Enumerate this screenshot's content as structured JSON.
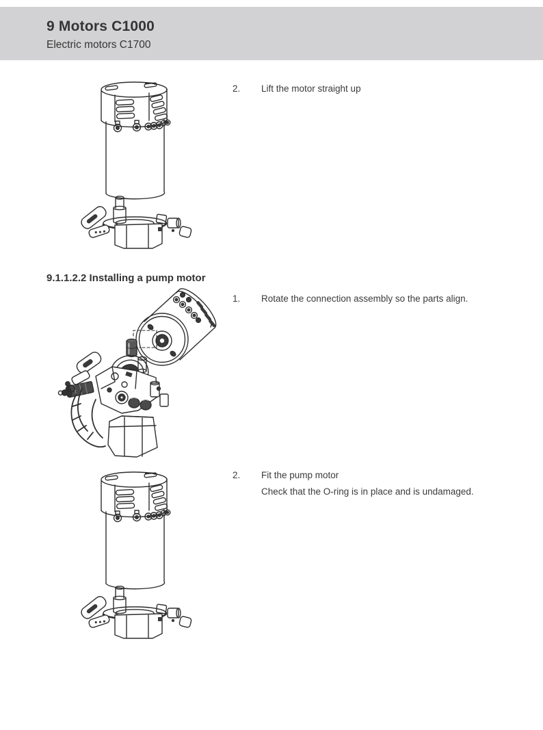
{
  "header": {
    "title": "9 Motors C1000",
    "subtitle": "Electric motors C1700",
    "background": "#d2d2d4"
  },
  "section_heading": "9.1.1.2.2 Installing a pump motor",
  "steps": {
    "lift": {
      "number": "2.",
      "text": "Lift the motor straight up"
    },
    "rotate": {
      "number": "1.",
      "text": "Rotate the connection assembly so the parts align."
    },
    "fit": {
      "number": "2.",
      "text": "Fit the pump motor",
      "note": "Check that the O-ring is in place and is undamaged."
    }
  },
  "figures": {
    "lift_motor": "Pump motor lifted straight up from the pump assembly",
    "align_motor": "Pump motor tilted for alignment with coupling pin and pump connection assembly",
    "fit_motor": "Pump motor positioned above the pump assembly for fitting"
  },
  "colors": {
    "line": "#2e2e2e",
    "text": "#3a3a3a",
    "header_gray": "#d2d2d4",
    "dark_fill": "#3a3a3a"
  }
}
